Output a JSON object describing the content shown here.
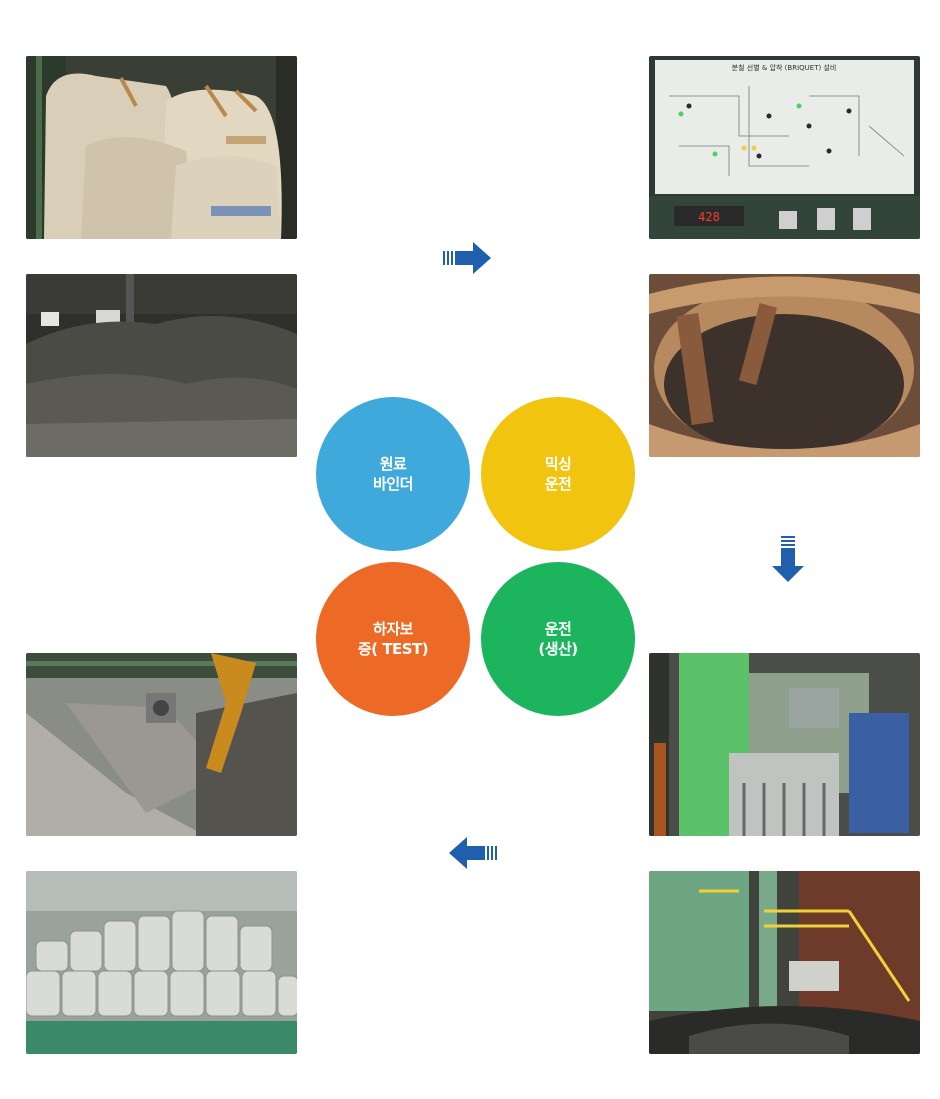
{
  "steps": [
    {
      "line1": "원료",
      "line2": "바인더",
      "color": "#3fa9dc"
    },
    {
      "line1": "믹싱",
      "line2": "운전",
      "color": "#f1c40f"
    },
    {
      "line1": "운전",
      "line2": "(생산)",
      "color": "#1db45e"
    },
    {
      "line1": "하자보",
      "line2": "증( TEST)",
      "color": "#ec6a25"
    }
  ],
  "photos": {
    "control_panel_title": "분철 선별 & 압착 (BRIQUET) 설비",
    "control_panel_display": "428"
  },
  "colors": {
    "arrow": "#1f5fae"
  }
}
